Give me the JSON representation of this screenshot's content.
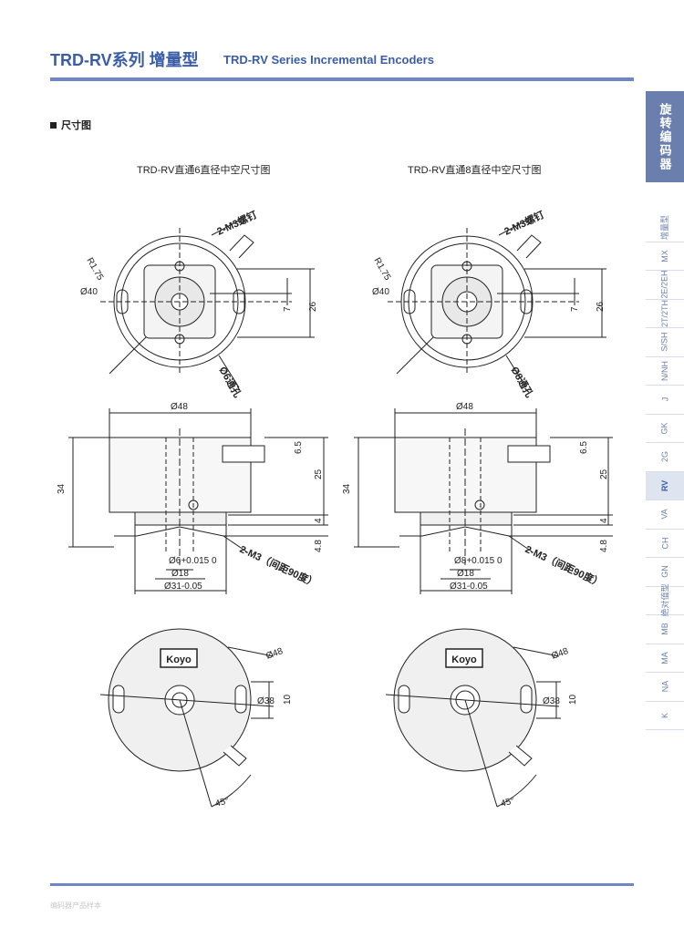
{
  "header": {
    "title_main": "TRD-RV系列  增量型",
    "title_en": "TRD-RV  Series Incremental  Encoders"
  },
  "section": {
    "label": "尺寸图"
  },
  "captions": {
    "left": "TRD-RV直通6直径中空尺寸图",
    "right": "TRD-RV直通8直径中空尺寸图"
  },
  "dims": {
    "screw_top": "2-M3螺钉",
    "r175": "R1.75",
    "d40": "Ø40",
    "d7": "7",
    "d26": "26",
    "hole_left": "Ø6通孔",
    "hole_right": "Ø8通孔",
    "d48": "Ø48",
    "d65": "6.5",
    "d34": "34",
    "d25": "25",
    "d4": "4",
    "d48b": "4.8",
    "bore_left": "Ø6+0.015 0",
    "bore_right": "Ø8+0.015 0",
    "d18": "Ø18",
    "d31": "Ø31-0.05",
    "screw_side": "2-M3（间距90度）",
    "d38": "Ø38",
    "d10": "10",
    "d45": "45°",
    "brand": "Koyo"
  },
  "sidebar": {
    "category": "旋转编码器",
    "items": [
      "增量型",
      "MX",
      "2E/2EH",
      "2T/2TH",
      "S/SH",
      "N/NH",
      "J",
      "GK",
      "2G",
      "RV",
      "VA",
      "CH",
      "GN",
      "绝对值型",
      "MB",
      "MA",
      "NA",
      "K"
    ],
    "active_index": 9
  },
  "footer": {
    "text": "编码器产品样本"
  },
  "colors": {
    "accent": "#3a5da8",
    "rule": "#6f86c6",
    "sidebar": "#6b7fae"
  }
}
